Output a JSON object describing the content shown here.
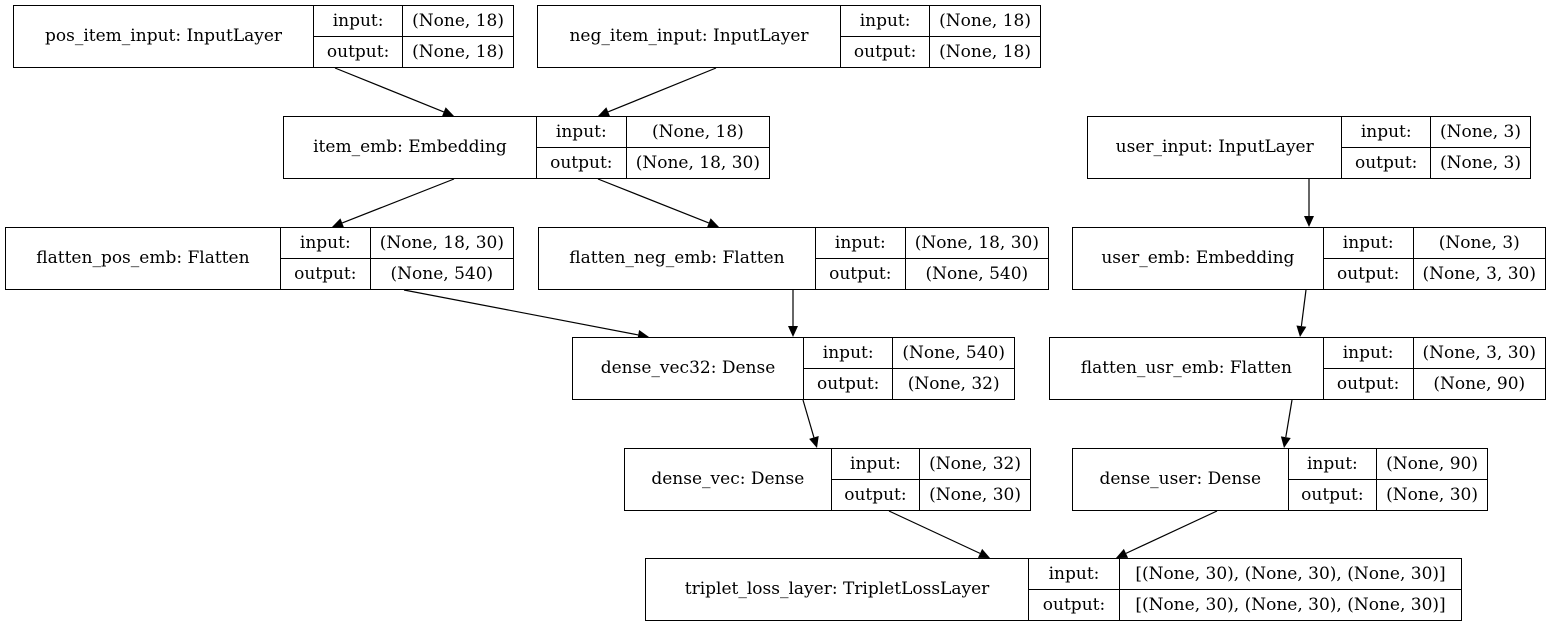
{
  "graph": {
    "input_label": "input:",
    "output_label": "output:",
    "nodes": [
      {
        "id": "pos_item_input",
        "name": "pos_item_input: InputLayer",
        "input": "(None, 18)",
        "output": "(None, 18)"
      },
      {
        "id": "neg_item_input",
        "name": "neg_item_input: InputLayer",
        "input": "(None, 18)",
        "output": "(None, 18)"
      },
      {
        "id": "item_emb",
        "name": "item_emb: Embedding",
        "input": "(None, 18)",
        "output": "(None, 18, 30)"
      },
      {
        "id": "user_input",
        "name": "user_input: InputLayer",
        "input": "(None, 3)",
        "output": "(None, 3)"
      },
      {
        "id": "flatten_pos_emb",
        "name": "flatten_pos_emb: Flatten",
        "input": "(None, 18, 30)",
        "output": "(None, 540)"
      },
      {
        "id": "flatten_neg_emb",
        "name": "flatten_neg_emb: Flatten",
        "input": "(None, 18, 30)",
        "output": "(None, 540)"
      },
      {
        "id": "user_emb",
        "name": "user_emb: Embedding",
        "input": "(None, 3)",
        "output": "(None, 3, 30)"
      },
      {
        "id": "dense_vec32",
        "name": "dense_vec32: Dense",
        "input": "(None, 540)",
        "output": "(None, 32)"
      },
      {
        "id": "flatten_usr_emb",
        "name": "flatten_usr_emb: Flatten",
        "input": "(None, 3, 30)",
        "output": "(None, 90)"
      },
      {
        "id": "dense_vec",
        "name": "dense_vec: Dense",
        "input": "(None, 32)",
        "output": "(None, 30)"
      },
      {
        "id": "dense_user",
        "name": "dense_user: Dense",
        "input": "(None, 90)",
        "output": "(None, 30)"
      },
      {
        "id": "triplet_loss_layer",
        "name": "triplet_loss_layer: TripletLossLayer",
        "input": "[(None, 30), (None, 30), (None, 30)]",
        "output": "[(None, 30), (None, 30), (None, 30)]"
      }
    ],
    "edges": [
      [
        "pos_item_input",
        "item_emb"
      ],
      [
        "neg_item_input",
        "item_emb"
      ],
      [
        "item_emb",
        "flatten_pos_emb"
      ],
      [
        "item_emb",
        "flatten_neg_emb"
      ],
      [
        "user_input",
        "user_emb"
      ],
      [
        "flatten_pos_emb",
        "dense_vec32"
      ],
      [
        "flatten_neg_emb",
        "dense_vec32"
      ],
      [
        "user_emb",
        "flatten_usr_emb"
      ],
      [
        "dense_vec32",
        "dense_vec"
      ],
      [
        "flatten_usr_emb",
        "dense_user"
      ],
      [
        "dense_vec",
        "triplet_loss_layer"
      ],
      [
        "dense_user",
        "triplet_loss_layer"
      ]
    ]
  }
}
